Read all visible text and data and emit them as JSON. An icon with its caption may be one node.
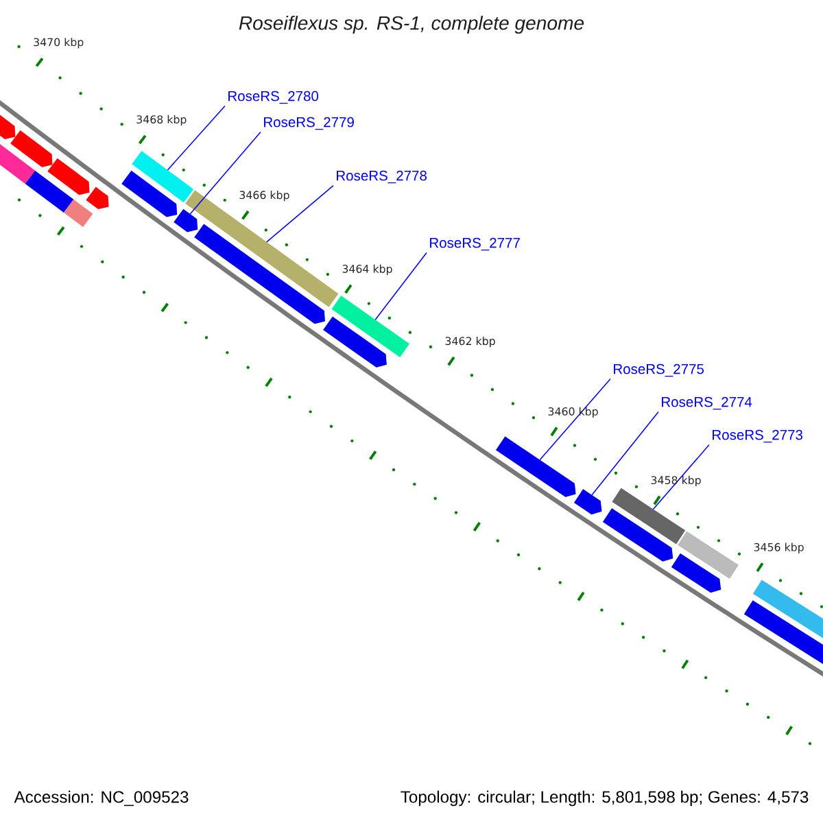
{
  "diagram": {
    "title": "Roseiflexus sp. RS-1, complete genome",
    "nodes": [
      {
        "text": [
          "RoseRS_2780"
        ]
      },
      {
        "text": [
          "RoseRS_2779"
        ]
      },
      {
        "text": [
          "RoseRS_2778"
        ]
      },
      {
        "text": [
          "RoseRS_2777"
        ]
      },
      {
        "text": [
          "RoseRS_2775"
        ]
      },
      {
        "text": [
          "RoseRS_2774"
        ]
      },
      {
        "text": [
          "RoseRS_2773"
        ]
      },
      {
        "text": [],
        "shape": "pentagon"
      },
      {
        "text": [],
        "shape": "pentagon"
      },
      {
        "text": [],
        "shape": "pentagon"
      },
      {
        "text": [],
        "shape": "pentagon"
      },
      {
        "text": [],
        "shape": "bar"
      },
      {
        "text": [],
        "shape": "bar"
      },
      {
        "text": [],
        "shape": "bar"
      },
      {
        "text": [],
        "shape": "pentagon"
      },
      {
        "text": [],
        "shape": "pentagon"
      },
      {
        "text": [],
        "shape": "pentagon"
      },
      {
        "text": [],
        "shape": "pentagon"
      },
      {
        "text": [],
        "shape": "pentagon"
      },
      {
        "text": [],
        "shape": "pentagon"
      },
      {
        "text": [],
        "shape": "pentagon"
      },
      {
        "text": [],
        "shape": "pentagon"
      },
      {
        "text": [],
        "shape": "pentagon"
      },
      {
        "text": [],
        "shape": "bar"
      },
      {
        "text": [],
        "shape": "bar"
      },
      {
        "text": [],
        "shape": "bar"
      },
      {
        "text": [],
        "shape": "bar"
      },
      {
        "text": [],
        "shape": "bar"
      },
      {
        "text": [],
        "shape": "bar"
      }
    ],
    "edges": [
      {
        "from": 0,
        "to": 23,
        "arrow": "none"
      },
      {
        "from": 1,
        "to": 15,
        "arrow": "none"
      },
      {
        "from": 2,
        "to": 24,
        "arrow": "none"
      },
      {
        "from": 3,
        "to": 25,
        "arrow": "none"
      },
      {
        "from": 4,
        "to": 18,
        "arrow": "none"
      },
      {
        "from": 5,
        "to": 19,
        "arrow": "none"
      },
      {
        "from": 6,
        "to": 26,
        "arrow": "none"
      }
    ],
    "labels": [
      "3470 kbp",
      "3468 kbp",
      "3466 kbp",
      "3464 kbp",
      "3462 kbp",
      "3460 kbp",
      "3458 kbp",
      "3456 kbp",
      "Accession: NC_009523",
      "Topology: circular; Length: 5,801,598 bp; Genes: 4,573"
    ]
  }
}
